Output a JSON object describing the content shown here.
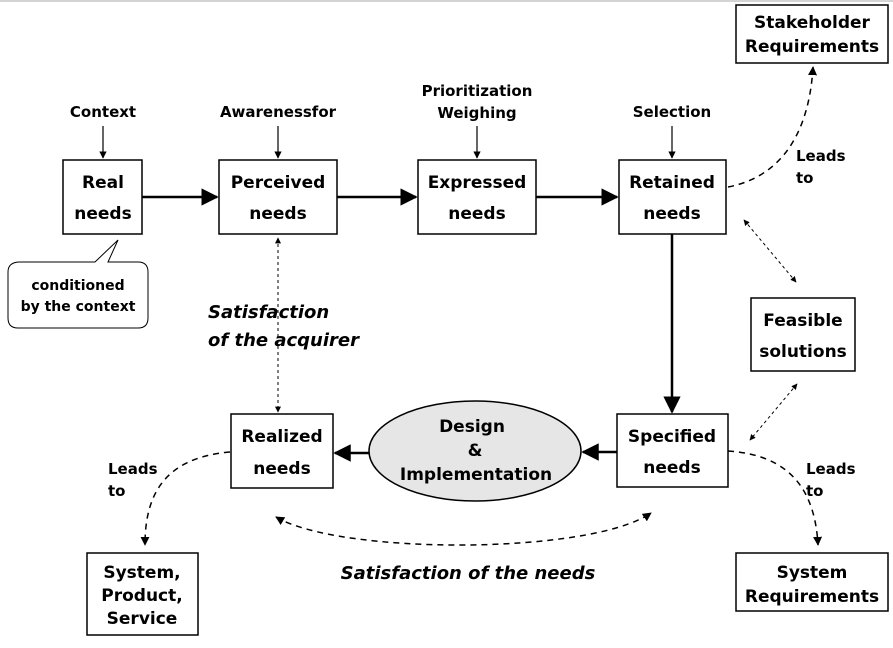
{
  "nodes": {
    "real_needs": {
      "line1": "Real",
      "line2": "needs"
    },
    "perceived_needs": {
      "line1": "Perceived",
      "line2": "needs"
    },
    "expressed_needs": {
      "line1": "Expressed",
      "line2": "needs"
    },
    "retained_needs": {
      "line1": "Retained",
      "line2": "needs"
    },
    "stakeholder_requirements": {
      "line1": "Stakeholder",
      "line2": "Requirements"
    },
    "feasible_solutions": {
      "line1": "Feasible",
      "line2": "solutions"
    },
    "specified_needs": {
      "line1": "Specified",
      "line2": "needs"
    },
    "realized_needs": {
      "line1": "Realized",
      "line2": "needs"
    },
    "design_implementation": {
      "line1": "Design",
      "line2": "&",
      "line3": "Implementation"
    },
    "system_requirements": {
      "line1": "System",
      "line2": "Requirements"
    },
    "system_product_service": {
      "line1": "System,",
      "line2": "Product,",
      "line3": "Service"
    }
  },
  "inputs": {
    "context": "Context",
    "awareness": "Awarenessfor",
    "prioritization_line1": "Prioritization",
    "prioritization_line2": "Weighing",
    "selection": "Selection"
  },
  "callout": {
    "line1": "conditioned",
    "line2": "by the context"
  },
  "edge_labels": {
    "leads_to_stakeholder": {
      "line1": "Leads",
      "line2": "to"
    },
    "leads_to_system_req": {
      "line1": "Leads",
      "line2": "to"
    },
    "leads_to_system": {
      "line1": "Leads",
      "line2": "to"
    }
  },
  "annotations": {
    "satisfaction_acquirer_line1": "Satisfaction",
    "satisfaction_acquirer_line2": "of the acquirer",
    "satisfaction_needs": "Satisfaction of the needs"
  },
  "colors": {
    "stroke": "#000000",
    "ellipse_fill": "#e6e6e6",
    "background": "#ffffff"
  }
}
